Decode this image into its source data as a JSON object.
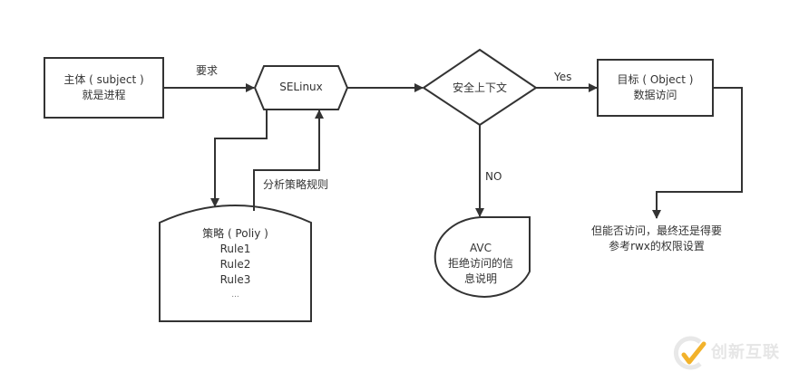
{
  "diagram": {
    "nodes": {
      "subject": {
        "line1": "主体 ( subject )",
        "line2": "就是进程"
      },
      "selinux": {
        "label": "SELinux"
      },
      "decision": {
        "label": "安全上下文"
      },
      "object": {
        "line1": "目标 ( Object )",
        "line2": "数据访问"
      },
      "policy": {
        "lines": [
          "策略 ( Poliy )",
          "Rule1",
          "Rule2",
          "Rule3",
          "..."
        ]
      },
      "avc": {
        "lines": [
          "AVC",
          "拒绝访问的信",
          "息说明"
        ]
      },
      "note": {
        "line1": "但能否访问，最终还是得要",
        "line2": "参考rwx的权限设置"
      }
    },
    "edges": {
      "subject_to_selinux": "要求",
      "decision_yes": "Yes",
      "decision_no": "NO",
      "policy_to_selinux": "分析策略规则"
    },
    "colors": {
      "stroke": "#333333",
      "text": "#333333",
      "background": "#ffffff"
    }
  },
  "watermark": {
    "text": "创新互联",
    "icon": "chuangxin-logo-icon",
    "accent": "#f2b22b"
  }
}
